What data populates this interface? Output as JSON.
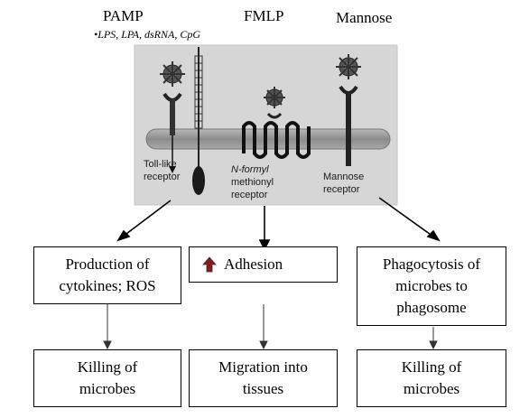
{
  "labels": {
    "pamp": "PAMP",
    "pamp_examples": "•LPS, LPA, dsRNA, CpG",
    "fmlp": "FMLP",
    "mannose": "Mannose"
  },
  "receptors": {
    "toll_line1": "Toll-like",
    "toll_line2": "receptor",
    "fpr_line1": "N-formyl",
    "fpr_line2": "methionyl",
    "fpr_line3": "receptor",
    "mannose_line1": "Mannose",
    "mannose_line2": "receptor"
  },
  "outcomes": {
    "production_line1": "Production of",
    "production_line2": "cytokines; ROS",
    "adhesion": "Adhesion",
    "phago_line1": "Phagocytosis of",
    "phago_line2": "microbes to",
    "phago_line3": "phagosome",
    "killing1_line1": "Killing of",
    "killing1_line2": "microbes",
    "migration_line1": "Migration into",
    "migration_line2": "tissues",
    "killing2_line1": "Killing of",
    "killing2_line2": "microbes"
  },
  "colors": {
    "panel_bg": "#d6d6d6",
    "membrane": "#9a9a9a",
    "up_arrow": "#8b1a1a"
  },
  "icons": {
    "adhesion_increase": "up-arrow-icon"
  }
}
